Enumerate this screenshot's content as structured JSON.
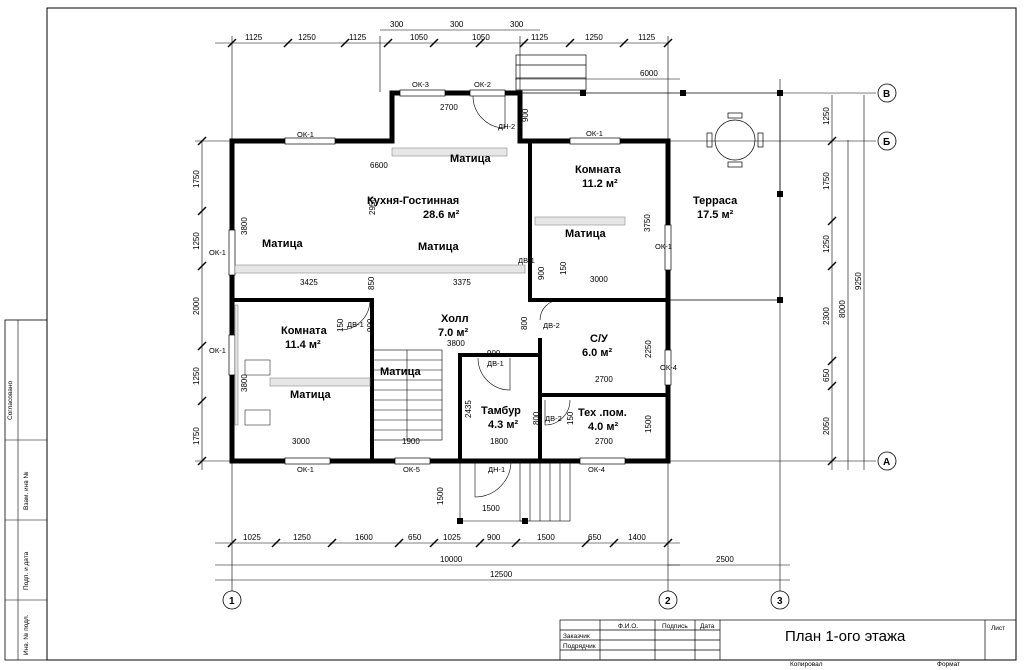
{
  "drawing": {
    "title": "План 1-ого этажа",
    "stamp": {
      "fio": "Ф.И.О.",
      "signature": "Подпись",
      "date": "Дата",
      "customer": "Заказчик",
      "contractor": "Подрядчик",
      "copied": "Копировал",
      "format": "Формат",
      "sheet": "Лист"
    },
    "side_labels": [
      "Согласовано",
      "Взам. инв №",
      "Подп. и дата",
      "Инв. № подл."
    ]
  },
  "rooms": [
    {
      "name": "Кухня-Гостинная",
      "area": "28.6 м²"
    },
    {
      "name": "Комната",
      "area": "11.2 м²"
    },
    {
      "name": "Терраса",
      "area": "17.5 м²"
    },
    {
      "name": "Холл",
      "area": "7.0 м²"
    },
    {
      "name": "Комната",
      "area": "11.4 м²"
    },
    {
      "name": "С/У",
      "area": "6.0 м²"
    },
    {
      "name": "Тамбур",
      "area": "4.3 м²"
    },
    {
      "name": "Тех .пом.",
      "area": "4.0 м²"
    }
  ],
  "furniture": {
    "mattress": "Матица"
  },
  "openings": {
    "ok1": "ОК-1",
    "ok2": "ОК-2",
    "ok3": "ОК-3",
    "ok4": "ОК-4",
    "ok5": "ОК-5",
    "dn1": "ДН-1",
    "dn2": "ДН-2",
    "dv1": "ДВ-1",
    "dv2": "ДВ-2"
  },
  "axes": {
    "A": "А",
    "B": "Б",
    "V": "В",
    "n1": "1",
    "n2": "2",
    "n3": "3"
  },
  "dims": {
    "top_row": [
      "1125",
      "1250",
      "1125",
      "1050",
      "1050",
      "1125",
      "1250",
      "1125"
    ],
    "top_300": "300",
    "terrace_width": "6000",
    "bottom_row": [
      "1025",
      "1250",
      "1600",
      "650",
      "1025",
      "900",
      "1500",
      "650",
      "1400"
    ],
    "total_10000": "10000",
    "total_2500": "2500",
    "total_12500": "12500",
    "left_col": [
      "1750",
      "1250",
      "2000",
      "1250",
      "1750"
    ],
    "right_inner": [
      "1250",
      "1750",
      "1250",
      "2300",
      "650",
      "2050"
    ],
    "right_8000": "8000",
    "right_9250": "9250",
    "inner": {
      "d6600": "6600",
      "d2950": "2950",
      "d3800": "3800",
      "d3425": "3425",
      "d850": "850",
      "d3375": "3375",
      "d2700": "2700",
      "d900": "900",
      "d3750": "3750",
      "d3000": "3000",
      "d150": "150",
      "d800": "800",
      "d2250": "2250",
      "d2435": "2435",
      "d1800": "1800",
      "d1500": "1500",
      "d1900": "1900"
    }
  }
}
